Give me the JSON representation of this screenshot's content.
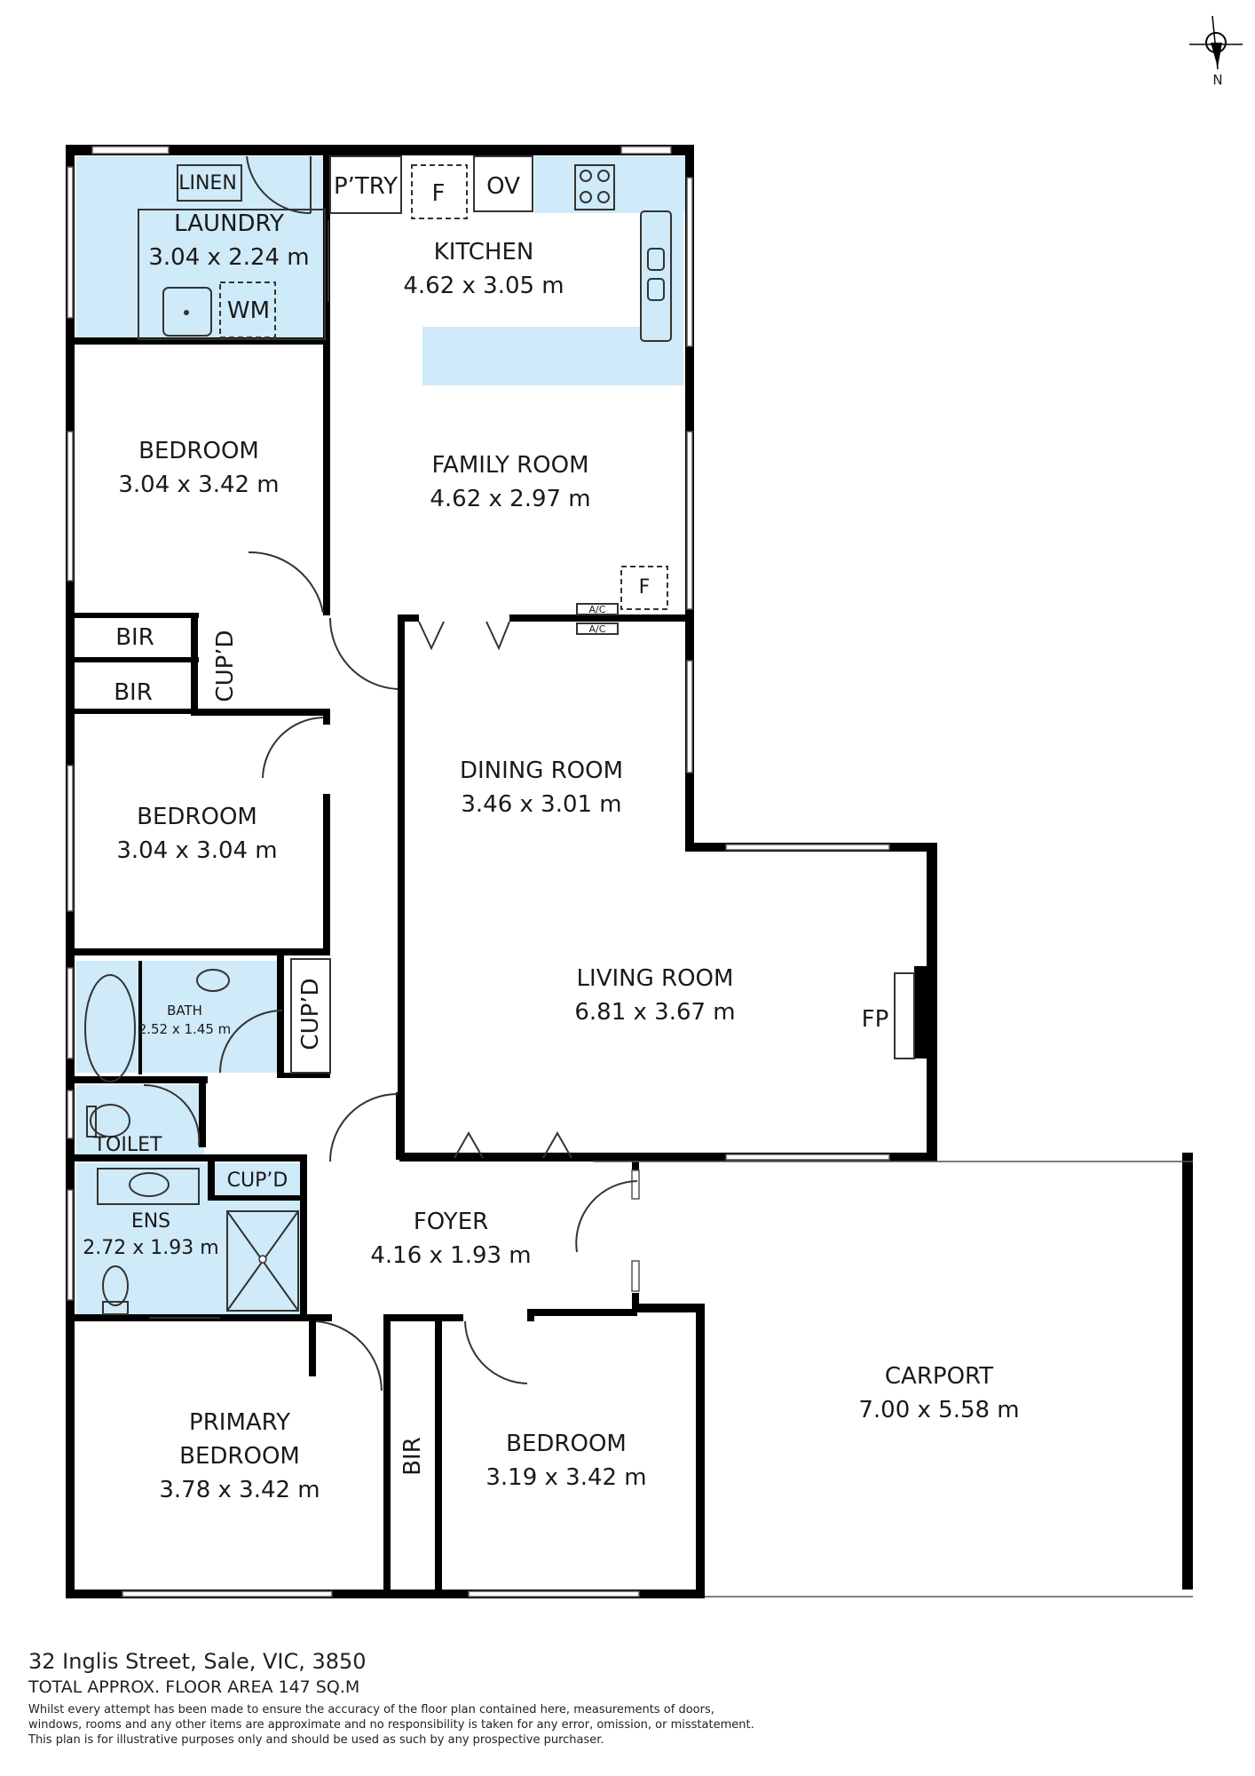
{
  "rooms": {
    "linen": "LINEN",
    "laundry_name": "LAUNDRY",
    "laundry_size": "3.04 x 2.24 m",
    "wm": "WM",
    "pantry": "P’TRY",
    "fridge1": "F",
    "oven": "OV",
    "kitchen_name": "KITCHEN",
    "kitchen_size": "4.62 x 3.05 m",
    "bed1_name": "BEDROOM",
    "bed1_size": "3.04 x 3.42 m",
    "family_name": "FAMILY ROOM",
    "family_size": "4.62 x 2.97 m",
    "fridge2": "F",
    "ac1": "A/C",
    "ac2": "A/C",
    "bir1": "BIR",
    "bir2": "BIR",
    "cupd1": "CUP’D",
    "bed2_name": "BEDROOM",
    "bed2_size": "3.04 x 3.04 m",
    "dining_name": "DINING ROOM",
    "dining_size": "3.46 x 3.01 m",
    "living_name": "LIVING ROOM",
    "living_size": "6.81 x 3.67 m",
    "fp": "FP",
    "bath_name": "BATH",
    "bath_size": "2.52 x 1.45 m",
    "cupd2": "CUP’D",
    "toilet": "TOILET",
    "cupd3": "CUP’D",
    "ens_name": "ENS",
    "ens_size": "2.72 x 1.93 m",
    "foyer_name": "FOYER",
    "foyer_size": "4.16 x 1.93 m",
    "carport_name": "CARPORT",
    "carport_size": "7.00 x 5.58 m",
    "primary_name1": "PRIMARY",
    "primary_name2": "BEDROOM",
    "primary_size": "3.78 x 3.42 m",
    "bir3": "BIR",
    "bed3_name": "BEDROOM",
    "bed3_size": "3.19 x 3.42 m"
  },
  "compass": {
    "north": "N"
  },
  "footer": {
    "address": "32 Inglis Street, Sale, VIC, 3850",
    "area": "TOTAL APPROX. FLOOR AREA 147 SQ.M",
    "disclaimer1": "Whilst every attempt has been made to ensure the accuracy of the floor plan contained here, measurements of doors,",
    "disclaimer2": "windows, rooms and any other items are approximate and no responsibility is taken for any error, omission, or misstatement.",
    "disclaimer3": "This plan is for illustrative purposes only and should be used as such by any prospective purchaser."
  },
  "colors": {
    "wall": "#000000",
    "wet_area": "#cfeaf8"
  }
}
